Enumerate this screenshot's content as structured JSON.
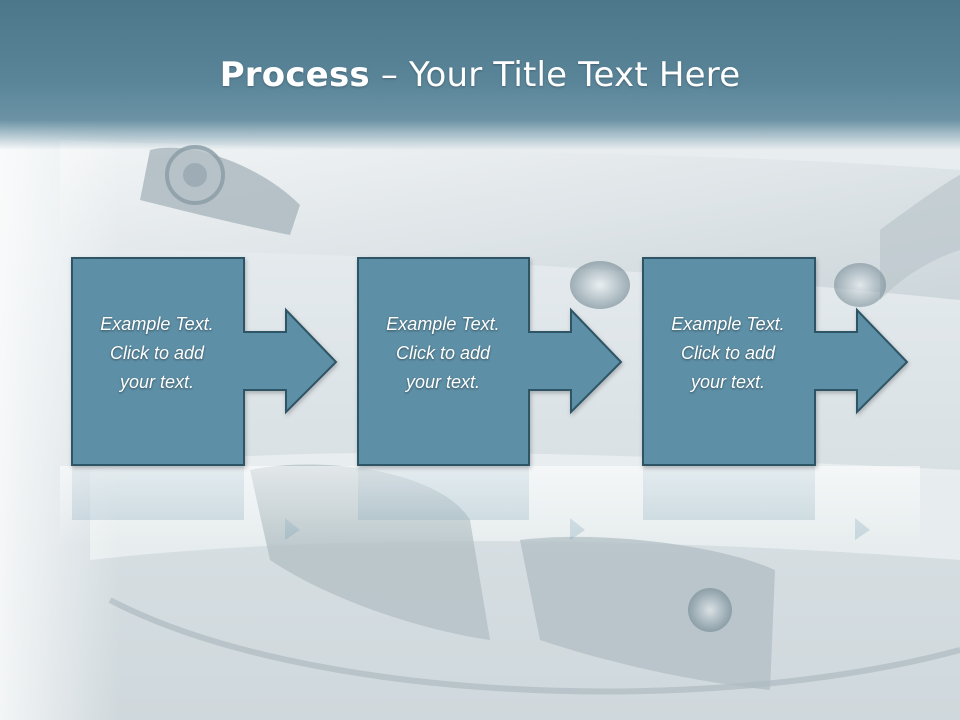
{
  "slide": {
    "title_bold": "Process",
    "title_rest": " – Your Title Text Here"
  },
  "steps": [
    {
      "text": "Example Text.\nClick  to add\nyour text."
    },
    {
      "text": "Example Text.\nClick  to add\nyour text."
    },
    {
      "text": "Example Text.\nClick  to add\nyour text."
    }
  ],
  "colors": {
    "title_band": "#5a8599",
    "step_fill": "#5d8fa6",
    "step_border": "#2f5566",
    "title_text": "#ffffff"
  }
}
